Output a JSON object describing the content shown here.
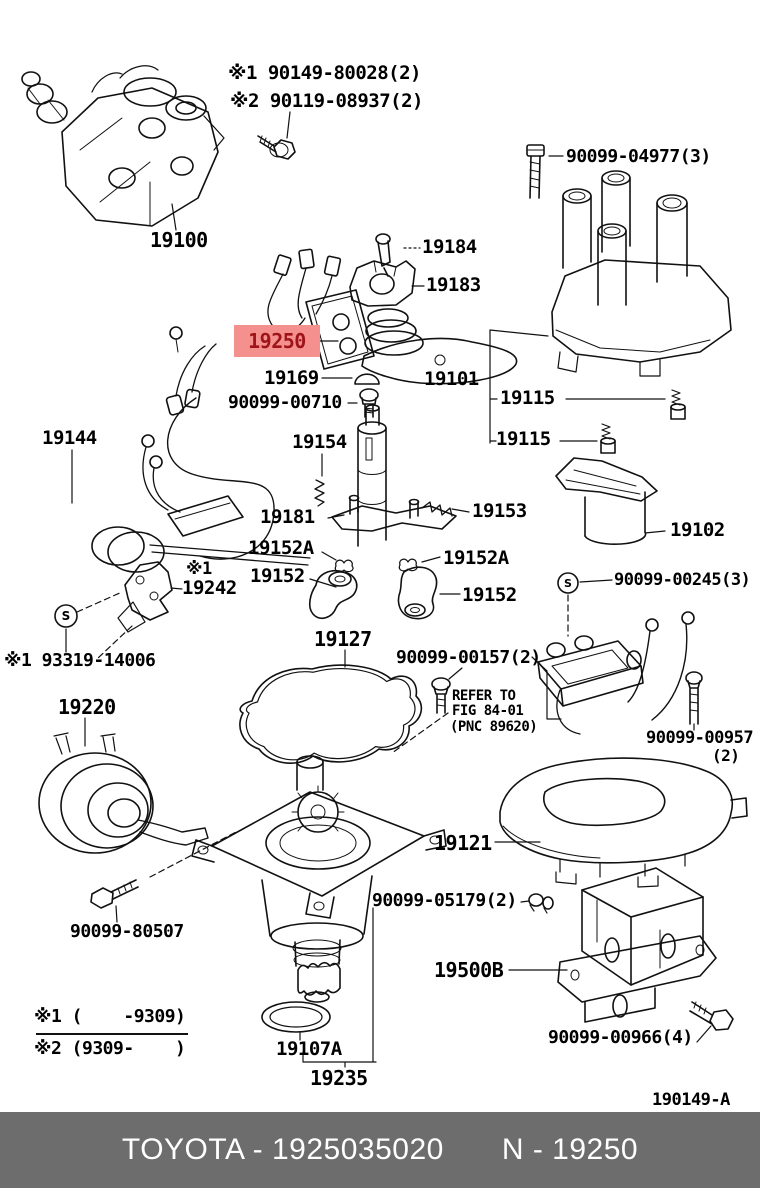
{
  "figure_code": "190149-A",
  "highlight": {
    "part": "19250",
    "background": "#f4918f",
    "text_color": "#9e1418"
  },
  "footer": {
    "background": "#6d6d6d",
    "text_color": "#ffffff",
    "text_left": "TOYOTA - 1925035020",
    "text_right": "N - 19250"
  },
  "part_labels": {
    "bolt_note1": "※1 90149-80028(2)",
    "bolt_note2": "※2 90119-08937(2)",
    "cap_bolt": "90099-04977(3)",
    "distributor_assy": "19100",
    "p19184": "19184",
    "p19183": "19183",
    "p19250": "19250",
    "p19169": "19169",
    "p90099_00710": "90099-00710",
    "p19101": "19101",
    "p19115_1": "19115",
    "p19115_2": "19115",
    "p19144": "19144",
    "p19154": "19154",
    "p19181": "19181",
    "p19153": "19153",
    "p19152a_1": "19152A",
    "p19152a_2": "19152A",
    "p19152_1": "19152",
    "p19152_2": "19152",
    "p19242_note": "※1",
    "p19242": "19242",
    "p90099_00245": "90099-00245(3)",
    "p19102": "19102",
    "p93319": "※1 93319-14006",
    "p19220": "19220",
    "p19127": "19127",
    "p90099_00157": "90099-00157(2)",
    "refer_line1": "REFER TO",
    "refer_line2": "FIG 84-01",
    "refer_line3": "(PNC 89620)",
    "p90099_00957": "90099-00957",
    "p90099_00957_qty": "(2)",
    "p19121": "19121",
    "p90099_80507": "90099-80507",
    "p90099_05179": "90099-05179(2)",
    "p19500b": "19500B",
    "p90099_00966": "90099-00966(4)",
    "note_range1": "※1 (    -9309)",
    "note_range2": "※2 (9309-    )",
    "p19107a": "19107A",
    "p19235": "19235",
    "s_marker": "S"
  }
}
